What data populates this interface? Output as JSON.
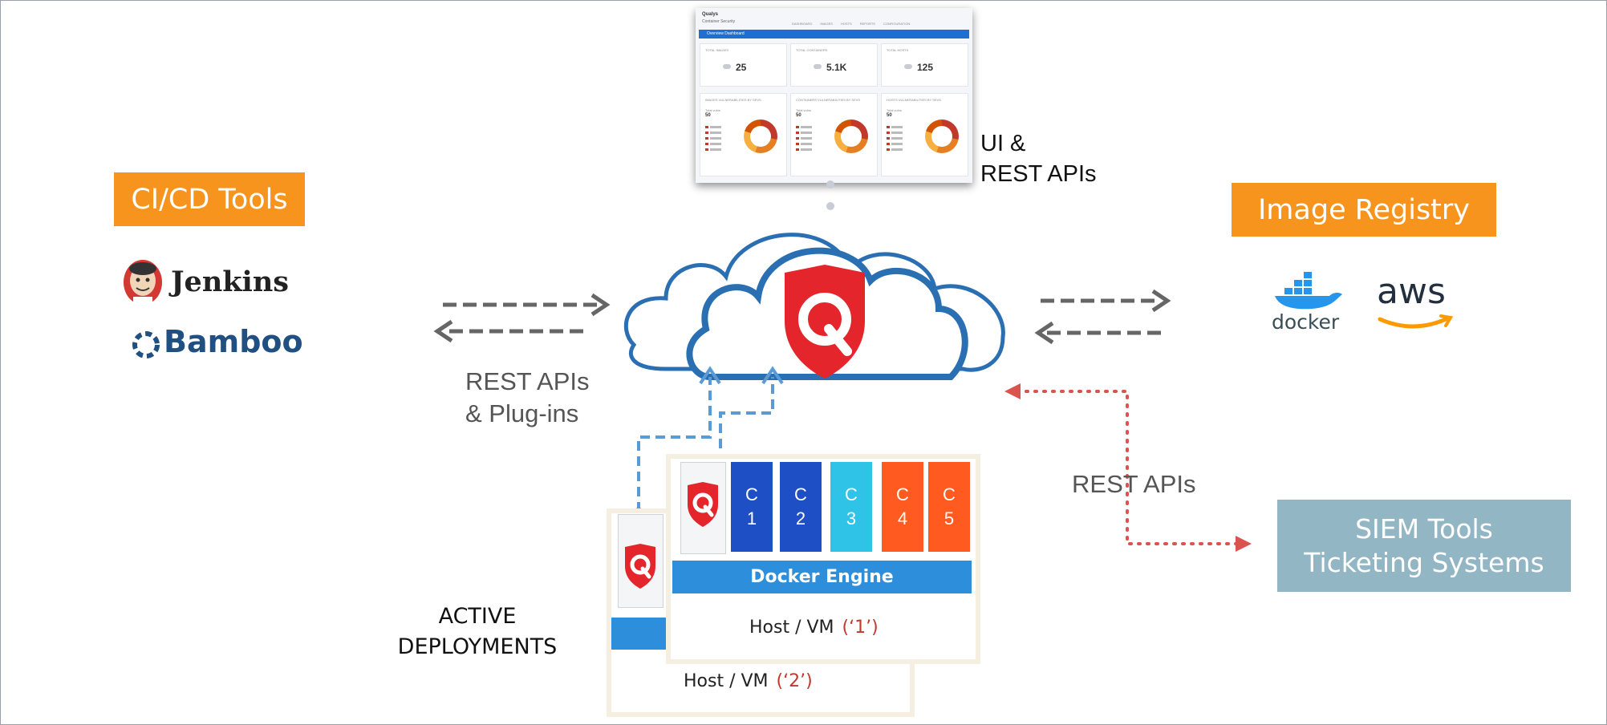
{
  "dashboard": {
    "brand": "Qualys",
    "subtitle": "Container Security",
    "tabs": [
      "DASHBOARD",
      "IMAGES",
      "HOSTS",
      "REPORTS",
      "CONFIGURATION"
    ],
    "banner": "Overview Dashboard",
    "stats": [
      {
        "title": "TOTAL IMAGES",
        "value": "25"
      },
      {
        "title": "TOTAL CONTAINERS",
        "value": "5.1K"
      },
      {
        "title": "TOTAL HOSTS",
        "value": "125"
      }
    ],
    "vuln_cards": [
      {
        "title": "IMAGES VULNERABILITIES BY SEVS",
        "total_label": "Total vulns",
        "total_value": "50"
      },
      {
        "title": "CONTAINERS VULNERABILITIES BY SEVS",
        "total_label": "Total vulns",
        "total_value": "50"
      },
      {
        "title": "HOSTS VULNERABILITIES BY SEVS",
        "total_label": "Total vulns",
        "total_value": "50"
      }
    ]
  },
  "ui_label": {
    "line1": "UI &",
    "line2": "REST APIs"
  },
  "cicd": {
    "tag": "CI/CD Tools",
    "tools": [
      "Jenkins",
      "Bamboo"
    ]
  },
  "cicd_link_label": {
    "line1": "REST APIs",
    "line2": "& Plug-ins"
  },
  "registry": {
    "tag": "Image Registry",
    "logos": [
      "docker",
      "aws"
    ]
  },
  "siem": {
    "line1": "SIEM Tools",
    "line2": "Ticketing Systems",
    "link_label": "REST APIs"
  },
  "deployments": {
    "label_line1": "ACTIVE",
    "label_line2": "DEPLOYMENTS",
    "containers": [
      {
        "line1": "C",
        "line2": "1",
        "color": "#1f4fc4"
      },
      {
        "line1": "C",
        "line2": "2",
        "color": "#1f4fc4"
      },
      {
        "line1": "C",
        "line2": "3",
        "color": "#2fc3e8"
      },
      {
        "line1": "C",
        "line2": "4",
        "color": "#ff5a1f"
      },
      {
        "line1": "C",
        "line2": "5",
        "color": "#ff5a1f"
      }
    ],
    "engine": "Docker Engine",
    "host1": {
      "text": "Host / VM",
      "id": "(‘1’)"
    },
    "host2": {
      "text": "Host / VM",
      "id": "(‘2’)"
    }
  },
  "colors": {
    "accent": "#f7941d",
    "cloud": "#2b6fb3",
    "qualys_red": "#e4252b",
    "link_red": "#d9534f"
  }
}
